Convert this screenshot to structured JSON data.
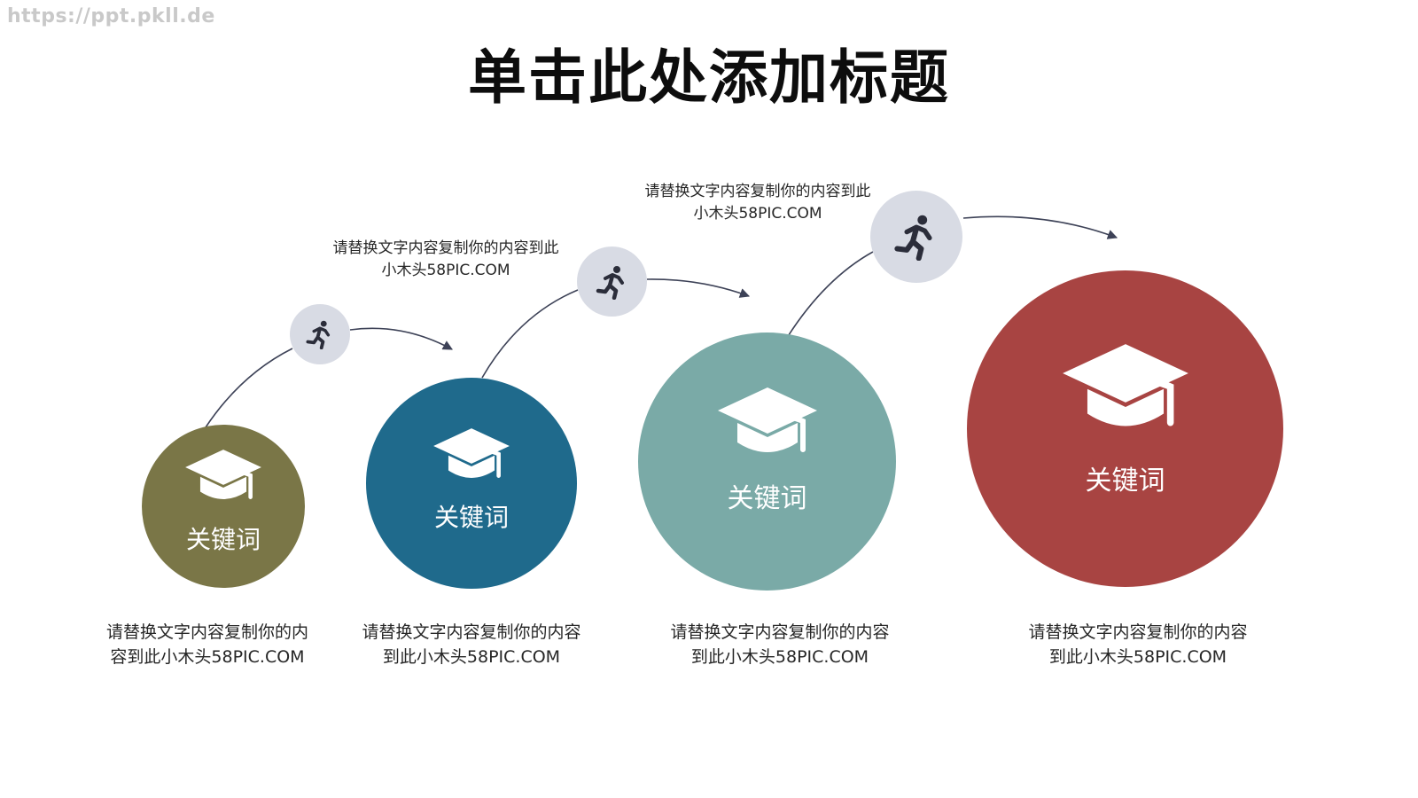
{
  "watermark": "https://ppt.pkll.de",
  "title": "单击此处添加标题",
  "icons": {
    "cap": "graduation-cap-icon",
    "runner": "running-person-icon"
  },
  "colors": {
    "connector": "#3d4257",
    "runner_bg": "#d8dbe4"
  },
  "steps": [
    {
      "keyword": "关键词",
      "color": "#7a7647",
      "description": [
        "请替换文字内容复制你的内",
        "容到此小木头58PIC.COM"
      ]
    },
    {
      "keyword": "关键词",
      "color": "#1f6a8c",
      "description": [
        "请替换文字内容复制你的内容",
        "到此小木头58PIC.COM"
      ]
    },
    {
      "keyword": "关键词",
      "color": "#7aaaa7",
      "description": [
        "请替换文字内容复制你的内容",
        "到此小木头58PIC.COM"
      ]
    },
    {
      "keyword": "关键词",
      "color": "#a84442",
      "description": [
        "请替换文字内容复制你的内容",
        "到此小木头58PIC.COM"
      ]
    }
  ],
  "transitions": [
    {
      "description": []
    },
    {
      "description": [
        "请替换文字内容复制你的内容到此",
        "小木头58PIC.COM"
      ]
    },
    {
      "description": [
        "请替换文字内容复制你的内容到此",
        "小木头58PIC.COM"
      ]
    }
  ]
}
